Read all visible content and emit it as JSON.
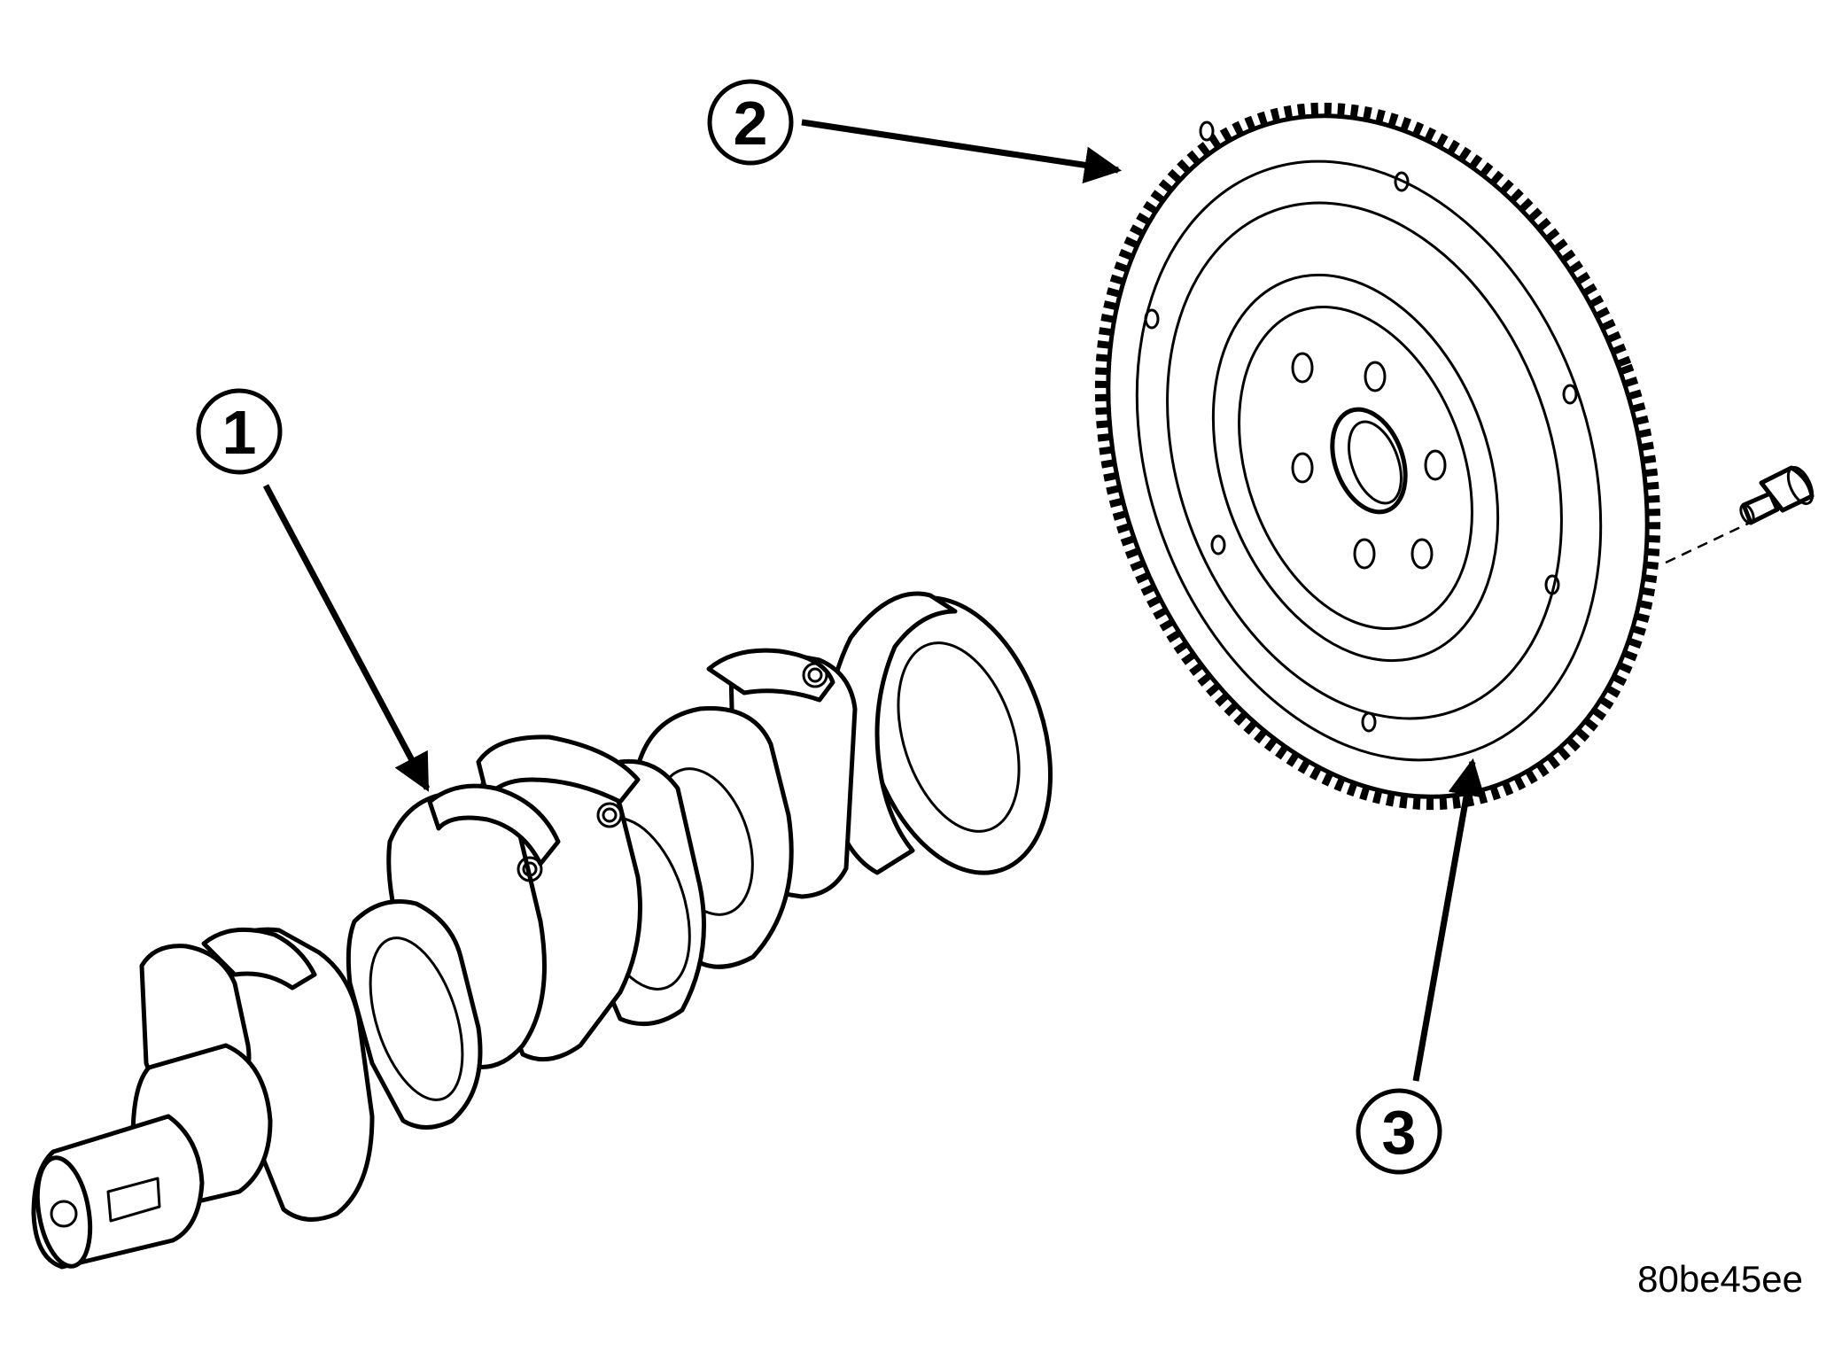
{
  "callouts": [
    {
      "id": "1",
      "label": "1"
    },
    {
      "id": "2",
      "label": "2"
    },
    {
      "id": "3",
      "label": "3"
    }
  ],
  "figure_code": "80be45ee",
  "colors": {
    "ink": "#000000",
    "paper": "#ffffff"
  }
}
